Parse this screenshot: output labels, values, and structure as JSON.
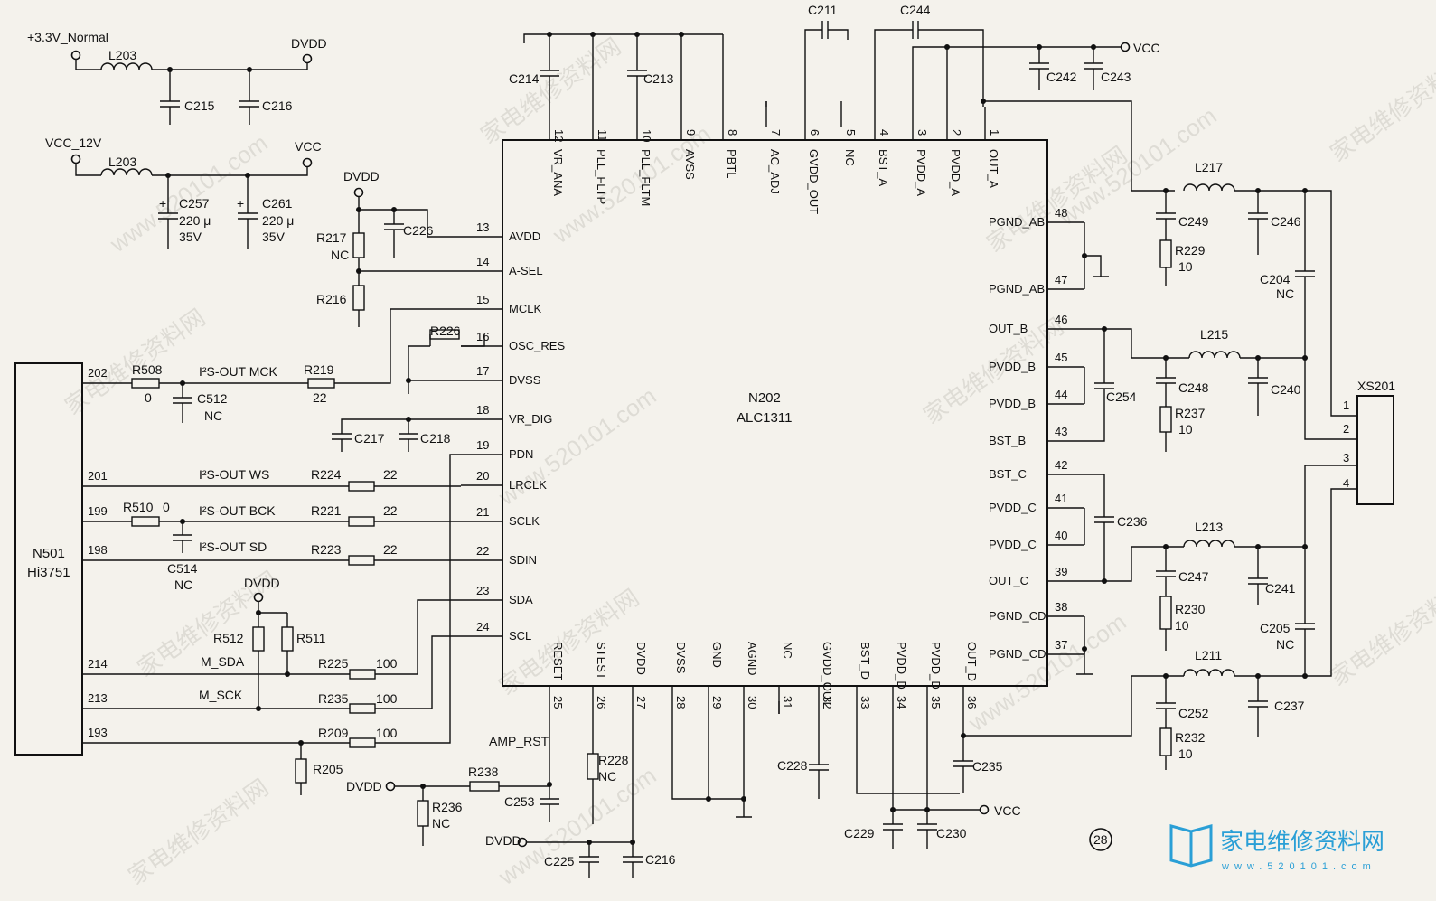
{
  "chips": {
    "n202": {
      "ref": "N202",
      "part": "ALC1311"
    },
    "n501": {
      "ref": "N501",
      "part": "Hi3751"
    },
    "xs201": {
      "ref": "XS201",
      "pins": [
        "1",
        "2",
        "3",
        "4"
      ]
    }
  },
  "n202_pins": {
    "top": [
      {
        "num": "12",
        "name": "VR_ANA"
      },
      {
        "num": "11",
        "name": "PLL_FLTP"
      },
      {
        "num": "10",
        "name": "PLL_FLTM"
      },
      {
        "num": "9",
        "name": "AVSS"
      },
      {
        "num": "8",
        "name": "PBTL"
      },
      {
        "num": "7",
        "name": "AC_ADJ"
      },
      {
        "num": "6",
        "name": "GVDD_OUT"
      },
      {
        "num": "5",
        "name": "NC"
      },
      {
        "num": "4",
        "name": "BST_A"
      },
      {
        "num": "3",
        "name": "PVDD_A"
      },
      {
        "num": "2",
        "name": "PVDD_A"
      },
      {
        "num": "1",
        "name": "OUT_A"
      }
    ],
    "left": [
      {
        "num": "13",
        "name": "AVDD"
      },
      {
        "num": "14",
        "name": "A-SEL"
      },
      {
        "num": "15",
        "name": "MCLK"
      },
      {
        "num": "16",
        "name": "OSC_RES"
      },
      {
        "num": "17",
        "name": "DVSS"
      },
      {
        "num": "18",
        "name": "VR_DIG"
      },
      {
        "num": "19",
        "name": "PDN"
      },
      {
        "num": "20",
        "name": "LRCLK"
      },
      {
        "num": "21",
        "name": "SCLK"
      },
      {
        "num": "22",
        "name": "SDIN"
      },
      {
        "num": "23",
        "name": "SDA"
      },
      {
        "num": "24",
        "name": "SCL"
      }
    ],
    "bottom": [
      {
        "num": "25",
        "name": "RESET"
      },
      {
        "num": "26",
        "name": "STEST"
      },
      {
        "num": "27",
        "name": "DVDD"
      },
      {
        "num": "28",
        "name": "DVSS"
      },
      {
        "num": "29",
        "name": "GND"
      },
      {
        "num": "30",
        "name": "AGND"
      },
      {
        "num": "31",
        "name": "NC"
      },
      {
        "num": "32",
        "name": "GVDD_OUT"
      },
      {
        "num": "33",
        "name": "BST_D"
      },
      {
        "num": "34",
        "name": "PVDD_D"
      },
      {
        "num": "35",
        "name": "PVDD_D"
      },
      {
        "num": "36",
        "name": "OUT_D"
      }
    ],
    "right": [
      {
        "num": "48",
        "name": "PGND_AB"
      },
      {
        "num": "47",
        "name": "PGND_AB"
      },
      {
        "num": "46",
        "name": "OUT_B"
      },
      {
        "num": "45",
        "name": "PVDD_B"
      },
      {
        "num": "44",
        "name": "PVDD_B"
      },
      {
        "num": "43",
        "name": "BST_B"
      },
      {
        "num": "42",
        "name": "BST_C"
      },
      {
        "num": "41",
        "name": "PVDD_C"
      },
      {
        "num": "40",
        "name": "PVDD_C"
      },
      {
        "num": "39",
        "name": "OUT_C"
      },
      {
        "num": "38",
        "name": "PGND_CD"
      },
      {
        "num": "37",
        "name": "PGND_CD"
      }
    ]
  },
  "n501_pins": [
    "202",
    "201",
    "199",
    "198",
    "214",
    "213",
    "193"
  ],
  "signals": {
    "mck": "I²S-OUT MCK",
    "ws": "I²S-OUT WS",
    "bck": "I²S-OUT BCK",
    "sd": "I²S-OUT SD",
    "msda": "M_SDA",
    "msck": "M_SCK",
    "amprst": "AMP_RST"
  },
  "rails": {
    "v33": "+3.3V_Normal",
    "dvdd": "DVDD",
    "vcc12": "VCC_12V",
    "vcc": "VCC"
  },
  "parts": {
    "l203a": "L203",
    "l203b": "L203",
    "c215": "C215",
    "c216a": "C216",
    "c257": "C257",
    "c257v": "220 μ",
    "c257r": "35V",
    "c261": "C261",
    "c261v": "220 μ",
    "c261r": "35V",
    "r217": "R217",
    "r217nc": "NC",
    "r216": "R216",
    "c226": "C226",
    "r226": "R226",
    "c217": "C217",
    "c218": "C218",
    "r508": "R508",
    "r508v": "0",
    "c512": "C512",
    "c512nc": "NC",
    "r219": "R219",
    "r219v": "22",
    "r224": "R224",
    "r224v": "22",
    "r510": "R510",
    "r510v": "0",
    "r221": "R221",
    "r221v": "22",
    "r223": "R223",
    "r223v": "22",
    "c514": "C514",
    "c514nc": "NC",
    "r512": "R512",
    "r511": "R511",
    "r225": "R225",
    "r225v": "100",
    "r235": "R235",
    "r235v": "100",
    "r209": "R209",
    "r209v": "100",
    "r205": "R205",
    "r238": "R238",
    "r236": "R236",
    "r236nc": "NC",
    "c253": "C253",
    "r228": "R228",
    "r228nc": "NC",
    "c225": "C225",
    "c216b": "C216",
    "c228": "C228",
    "c229": "C229",
    "c230": "C230",
    "c235": "C235",
    "c214": "C214",
    "c213": "C213",
    "c211": "C211",
    "c244": "C244",
    "c242": "C242",
    "c243": "C243",
    "l217": "L217",
    "c249": "C249",
    "r229": "R229",
    "r229v": "10",
    "c246": "C246",
    "c204": "C204",
    "c204nc": "NC",
    "c254": "C254",
    "l215": "L215",
    "c248": "C248",
    "r237": "R237",
    "r237v": "10",
    "c240": "C240",
    "c236": "C236",
    "l213": "L213",
    "c247": "C247",
    "r230": "R230",
    "r230v": "10",
    "c241": "C241",
    "c205": "C205",
    "c205nc": "NC",
    "l211": "L211",
    "c252": "C252",
    "r232": "R232",
    "r232v": "10",
    "c237": "C237"
  },
  "page_number": "28",
  "watermarks": [
    "家电维修资料网",
    "www.520101.com"
  ],
  "brand": {
    "text": "家电维修资料网",
    "url": "www.520101.com"
  }
}
